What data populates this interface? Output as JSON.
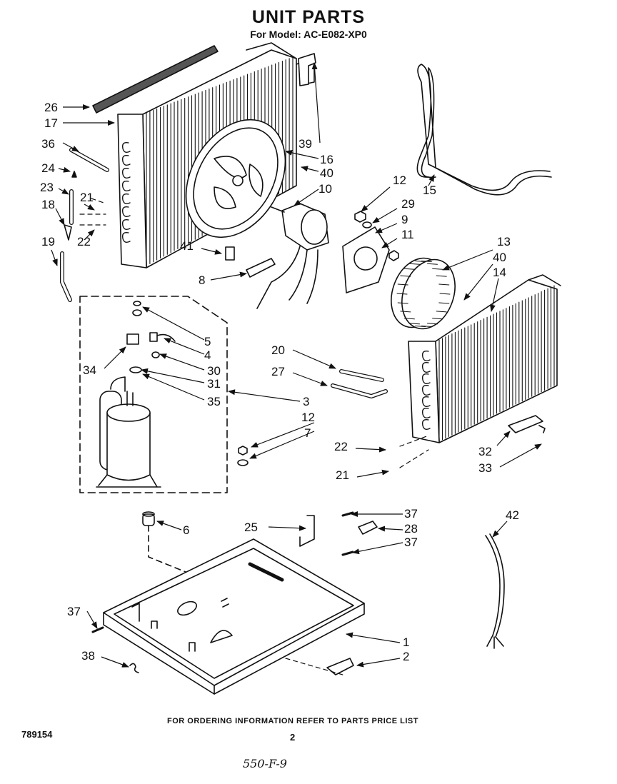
{
  "title": "UNIT PARTS",
  "model_line": "For Model: AC-E082-XP0",
  "footer": {
    "ordering": "FOR ORDERING INFORMATION REFER TO PARTS PRICE LIST",
    "doc_number": "789154",
    "page_number": "2",
    "handwritten": "550-F-9"
  },
  "callouts": [
    {
      "id": "c26",
      "text": "26"
    },
    {
      "id": "c17",
      "text": "17"
    },
    {
      "id": "c36",
      "text": "36"
    },
    {
      "id": "c24",
      "text": "24"
    },
    {
      "id": "c23",
      "text": "23"
    },
    {
      "id": "c21a",
      "text": "21"
    },
    {
      "id": "c18",
      "text": "18"
    },
    {
      "id": "c22a",
      "text": "22"
    },
    {
      "id": "c19",
      "text": "19"
    },
    {
      "id": "c39",
      "text": "39"
    },
    {
      "id": "c16",
      "text": "16"
    },
    {
      "id": "c40a",
      "text": "40"
    },
    {
      "id": "c10",
      "text": "10"
    },
    {
      "id": "c12a",
      "text": "12"
    },
    {
      "id": "c15",
      "text": "15"
    },
    {
      "id": "c29",
      "text": "29"
    },
    {
      "id": "c9",
      "text": "9"
    },
    {
      "id": "c11",
      "text": "11"
    },
    {
      "id": "c41",
      "text": "41"
    },
    {
      "id": "c8",
      "text": "8"
    },
    {
      "id": "c13",
      "text": "13"
    },
    {
      "id": "c40b",
      "text": "40"
    },
    {
      "id": "c14",
      "text": "14"
    },
    {
      "id": "c5",
      "text": "5"
    },
    {
      "id": "c4",
      "text": "4"
    },
    {
      "id": "c34",
      "text": "34"
    },
    {
      "id": "c30",
      "text": "30"
    },
    {
      "id": "c31",
      "text": "31"
    },
    {
      "id": "c35",
      "text": "35"
    },
    {
      "id": "c3",
      "text": "3"
    },
    {
      "id": "c20",
      "text": "20"
    },
    {
      "id": "c27",
      "text": "27"
    },
    {
      "id": "c12b",
      "text": "12"
    },
    {
      "id": "c7",
      "text": "7"
    },
    {
      "id": "c22b",
      "text": "22"
    },
    {
      "id": "c32",
      "text": "32"
    },
    {
      "id": "c33",
      "text": "33"
    },
    {
      "id": "c21b",
      "text": "21"
    },
    {
      "id": "c6",
      "text": "6"
    },
    {
      "id": "c25",
      "text": "25"
    },
    {
      "id": "c37a",
      "text": "37"
    },
    {
      "id": "c28",
      "text": "28"
    },
    {
      "id": "c37b",
      "text": "37"
    },
    {
      "id": "c42",
      "text": "42"
    },
    {
      "id": "c37c",
      "text": "37"
    },
    {
      "id": "c1",
      "text": "1"
    },
    {
      "id": "c38",
      "text": "38"
    },
    {
      "id": "c2",
      "text": "2"
    }
  ]
}
